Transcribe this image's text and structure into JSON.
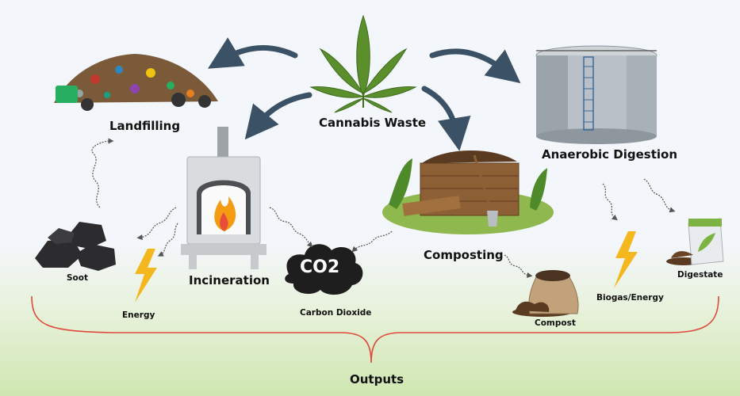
{
  "diagram": {
    "center_label": "Cannabis Waste",
    "methods": {
      "landfilling": "Landfilling",
      "incineration": "Incineration",
      "composting": "Composting",
      "anaerobic_digestion": "Anaerobic Digestion"
    },
    "outputs": {
      "soot": "Soot",
      "energy": "Energy",
      "carbon_dioxide": "Carbon Dioxide",
      "compost": "Compost",
      "biogas_energy": "Biogas/Energy",
      "digestate": "Digestate"
    },
    "co2_glyph": "CO2",
    "outputs_label": "Outputs"
  },
  "colors": {
    "arrow": "#3b5266",
    "leaf": "#5a8f2c",
    "brace": "#e0483c",
    "lightning": "#f4b71e",
    "background_top": "#f3f6fa",
    "background_bottom": "#cfe6b0"
  }
}
